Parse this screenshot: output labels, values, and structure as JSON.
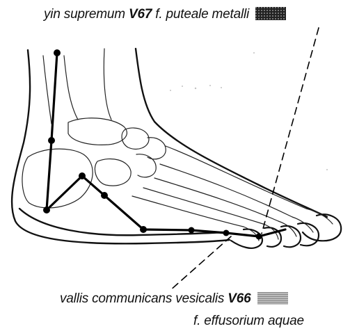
{
  "labels": {
    "top": {
      "prefix": "yin supremum ",
      "code": "V67",
      "suffix": " f. puteale metalli"
    },
    "bottom": {
      "line1_prefix": "vallis communicans vesicalis ",
      "line1_code": "V66",
      "line2": "f. effusorium aquae"
    }
  },
  "colors": {
    "ink": "#111111",
    "paper": "#ffffff"
  }
}
